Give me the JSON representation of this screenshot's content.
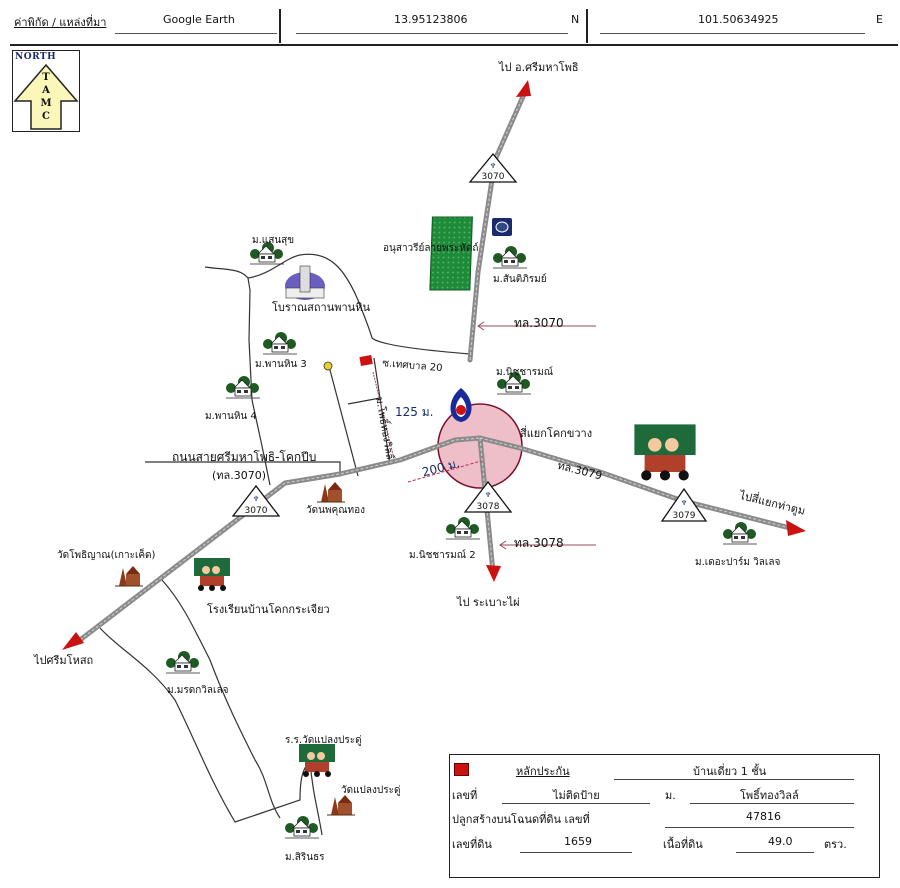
{
  "header": {
    "source_label": "ค่าพิกัด / แหล่งที่มา",
    "source_value": "Google Earth",
    "latitude": "13.95123806",
    "lat_suffix": "N",
    "longitude": "101.50634925",
    "lon_suffix": "E"
  },
  "north_arrow": {
    "title": "NORTH",
    "letters": [
      "T",
      "A",
      "M",
      "C"
    ]
  },
  "map": {
    "destinations": {
      "north": "ไป อ.ศรีมหาโพธิ",
      "south": "ไป ระเบาะไผ่",
      "east": "ไปสี่แยกท่าตูม",
      "southwest": "ไปศรีมโหสถ"
    },
    "route_shields": [
      "3070",
      "3070",
      "3078",
      "3079"
    ],
    "road_labels": {
      "tl3070_arrow": "ทล.3070",
      "tl3079": "ทล.3079",
      "tl3078_arrow": "ทล.3078",
      "main_road": "ถนนสายศรีมหาโพธิ-โคกปีบ",
      "main_road_code": "(ทล.3070)",
      "soi": "ซ.เทศบาล 20",
      "village_road": "ม.โพธิ์ทองวิลล์"
    },
    "distances": {
      "d1": "125 ม.",
      "d2": "200 ม."
    },
    "landmarks": {
      "monument": "อนุสาวรีย์ลายพระหัตถ์",
      "ancient_site": "โบราณสถานพานหิน",
      "intersection": "สี่แยกโคกขวาง",
      "temple1": "วัดนพคุณทอง",
      "temple2": "วัดโพธิญาณ(เกาะเค็ด)",
      "temple3": "วัดแปลงประดู่",
      "school1": "โรงเรียนบ้านโคกกระเจียว",
      "school2": "ร.ร.วัดแปลงประดู่"
    },
    "villages": {
      "v1": "ม.แสนสุข",
      "v2": "ม.สันติภิรมย์",
      "v3": "ม.พานหิน 3",
      "v4": "ม.พานหิน 4",
      "v5": "ม.นิชชารมณ์",
      "v6": "ม.นิชชารมณ์ 2",
      "v7": "ม.เดอะปาร์ม วิลเลจ",
      "v8": "ม.มรดกวิลเลจ",
      "v9": "ม.สิรินธร"
    }
  },
  "info": {
    "collateral_label": "หลักประกัน",
    "collateral_value": "บ้านเดี่ยว 1 ชั้น",
    "house_no_label": "เลขที่",
    "house_no_value": "ไม่ติดป้าย",
    "village_label": "ม.",
    "village_value": "โพธิ์ทองวิลล์",
    "deed_label": "ปลูกสร้างบนโฉนดที่ดิน เลขที่",
    "deed_value": "47816",
    "land_no_label": "เลขที่ดิน",
    "land_no_value": "1659",
    "area_label": "เนื้อที่ดิน",
    "area_value": "49.0",
    "area_unit": "ตรว."
  },
  "colors": {
    "road": "#8a8a8a",
    "arrow": "#cc1111",
    "circle_fill": "#eebfc8",
    "circle_stroke": "#7a1030",
    "marker": "#cc1111",
    "plantation": "#1f8a3a",
    "north_arrow_fill": "#fbf7b8"
  }
}
